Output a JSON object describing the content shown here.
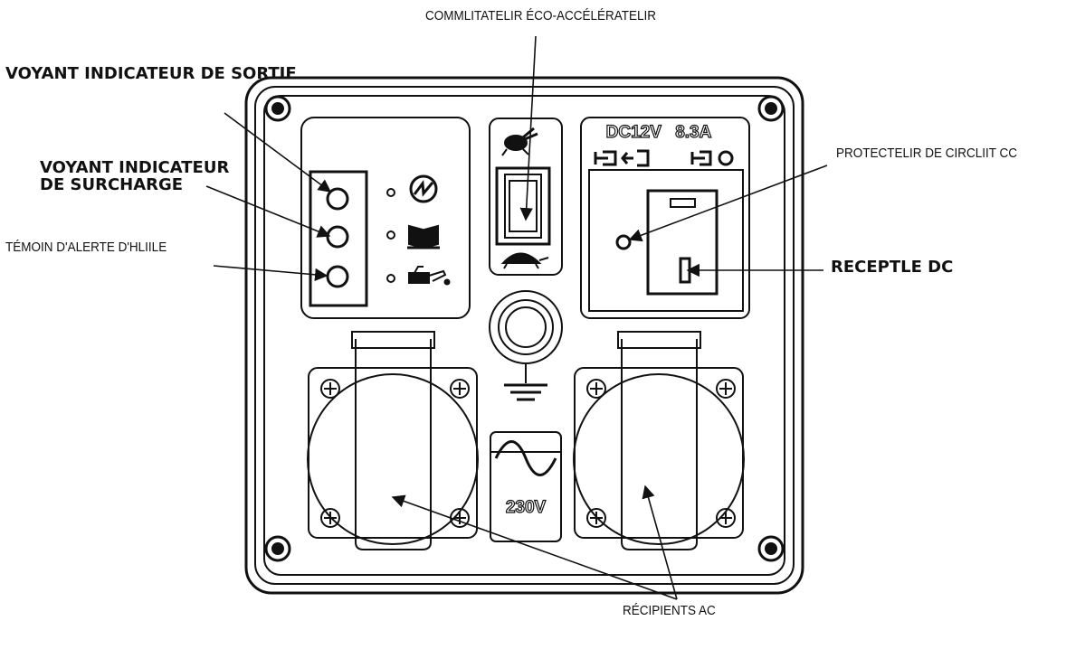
{
  "labels": {
    "sortie": "VOYANT INDICATEUR DE SORTIE",
    "surcharge_1": "VOYANT INDICATEUR",
    "surcharge_2": "DE SURCHARGE",
    "huile": "TÉMOIN D'ALERTE D'HLIILE",
    "eco": "COMMLITATELIR ÉCO-ACCÉLÉRATELIR",
    "protecteur": "PROTECTELIR DE CIRCLIIT CC",
    "receptacle": "RECEPTLE DC",
    "recipients": "RÉCIPIENTS AC"
  },
  "panel": {
    "dc_rating": "DC12V",
    "dc_current": "8.3A",
    "ac_voltage": "230V"
  }
}
